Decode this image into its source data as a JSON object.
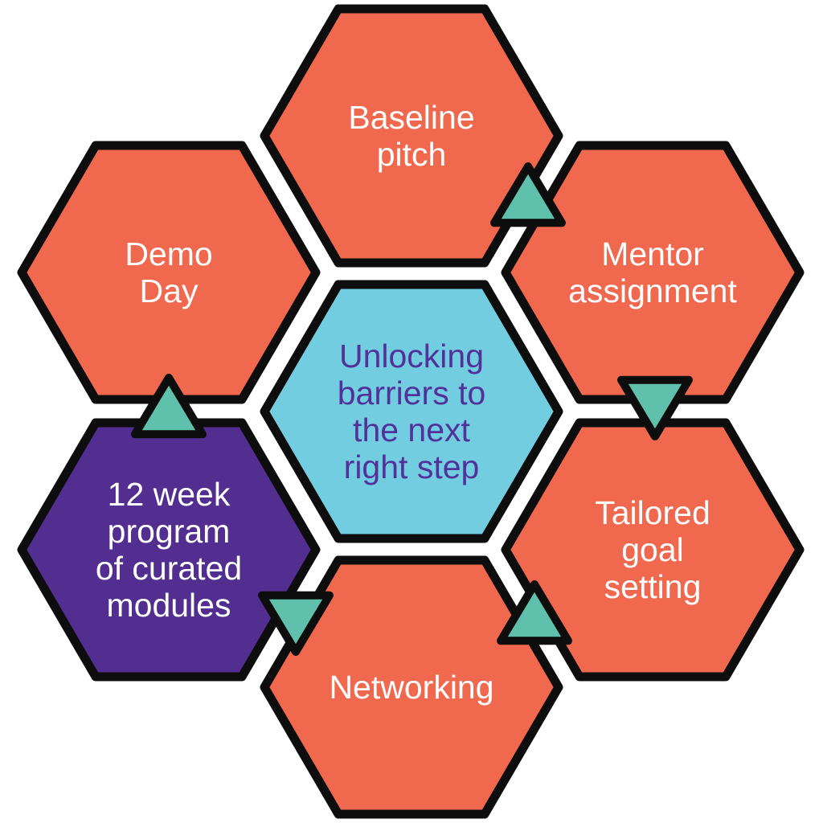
{
  "colors": {
    "hex_default": "#f0684d",
    "hex_center": "#72cde0",
    "hex_highlight": "#512e8f",
    "text_light": "#ffffff",
    "text_center": "#52329a",
    "arrow": "#5fc1ab",
    "outline": "#0d0d0d"
  },
  "center": {
    "label_lines": [
      "Unlocking",
      "barriers to",
      "the next",
      "right step"
    ]
  },
  "steps": [
    {
      "id": "baseline-pitch",
      "label_lines": [
        "Baseline",
        "pitch"
      ],
      "position": "top",
      "style": "default"
    },
    {
      "id": "mentor-assignment",
      "label_lines": [
        "Mentor",
        "assignment"
      ],
      "position": "upper-right",
      "style": "default"
    },
    {
      "id": "tailored-goal-setting",
      "label_lines": [
        "Tailored",
        "goal",
        "setting"
      ],
      "position": "lower-right",
      "style": "default"
    },
    {
      "id": "networking",
      "label_lines": [
        "Networking"
      ],
      "position": "bottom",
      "style": "default"
    },
    {
      "id": "12-week-program",
      "label_lines": [
        "12 week",
        "program",
        "of curated",
        "modules"
      ],
      "position": "lower-left",
      "style": "highlight"
    },
    {
      "id": "demo-day",
      "label_lines": [
        "Demo",
        "Day"
      ],
      "position": "upper-left",
      "style": "default"
    }
  ],
  "arrows": [
    {
      "from": "baseline-pitch",
      "to": "mentor-assignment",
      "direction": "up"
    },
    {
      "from": "mentor-assignment",
      "to": "tailored-goal-setting",
      "direction": "down"
    },
    {
      "from": "tailored-goal-setting",
      "to": "networking",
      "direction": "up"
    },
    {
      "from": "networking",
      "to": "12-week-program",
      "direction": "down"
    },
    {
      "from": "12-week-program",
      "to": "demo-day",
      "direction": "up"
    }
  ]
}
